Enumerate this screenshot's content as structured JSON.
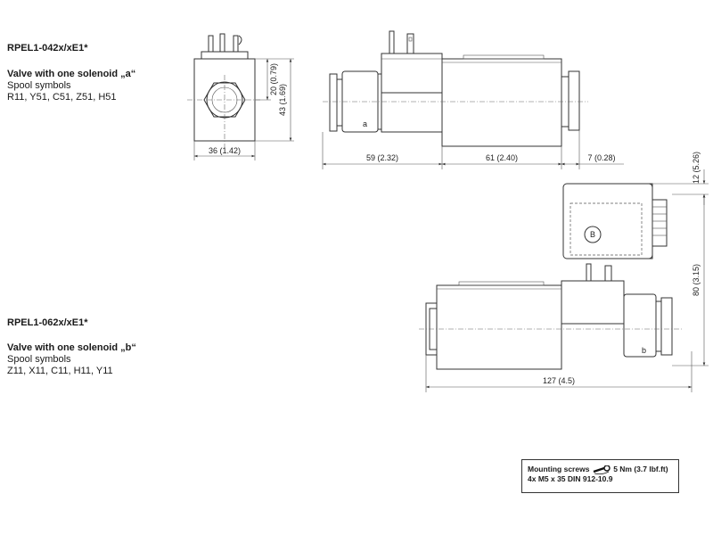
{
  "variant_a": {
    "model": "RPEL1-042x/xE1*",
    "title": "Valve with one solenoid „a“",
    "spool_label": "Spool symbols",
    "spools": "R11, Y51, C51, Z51, H51",
    "port_letter": "a"
  },
  "variant_b": {
    "model": "RPEL1-062x/xE1*",
    "title": "Valve with one solenoid „b“",
    "spool_label": "Spool symbols",
    "spools": "Z11, X11, C11, H11, Y11",
    "port_letter": "b",
    "connector_letter": "B"
  },
  "dimensions": {
    "width_end_view": "36 (1.42)",
    "height_20": "20 (0.79)",
    "height_43": "43 (1.69)",
    "length_59": "59 (2.32)",
    "length_61": "61 (2.40)",
    "length_7": "7 (0.28)",
    "height_12": "12 (5.26)",
    "height_80": "80 (3.15)",
    "length_127": "127 (4.5)"
  },
  "note": {
    "line1_prefix": "Mounting screws",
    "line1_torque": "5 Nm (3.7 lbf.ft)",
    "line2": "4x M5 x 35 DIN 912-10.9",
    "icon": "torque-wrench-icon"
  }
}
